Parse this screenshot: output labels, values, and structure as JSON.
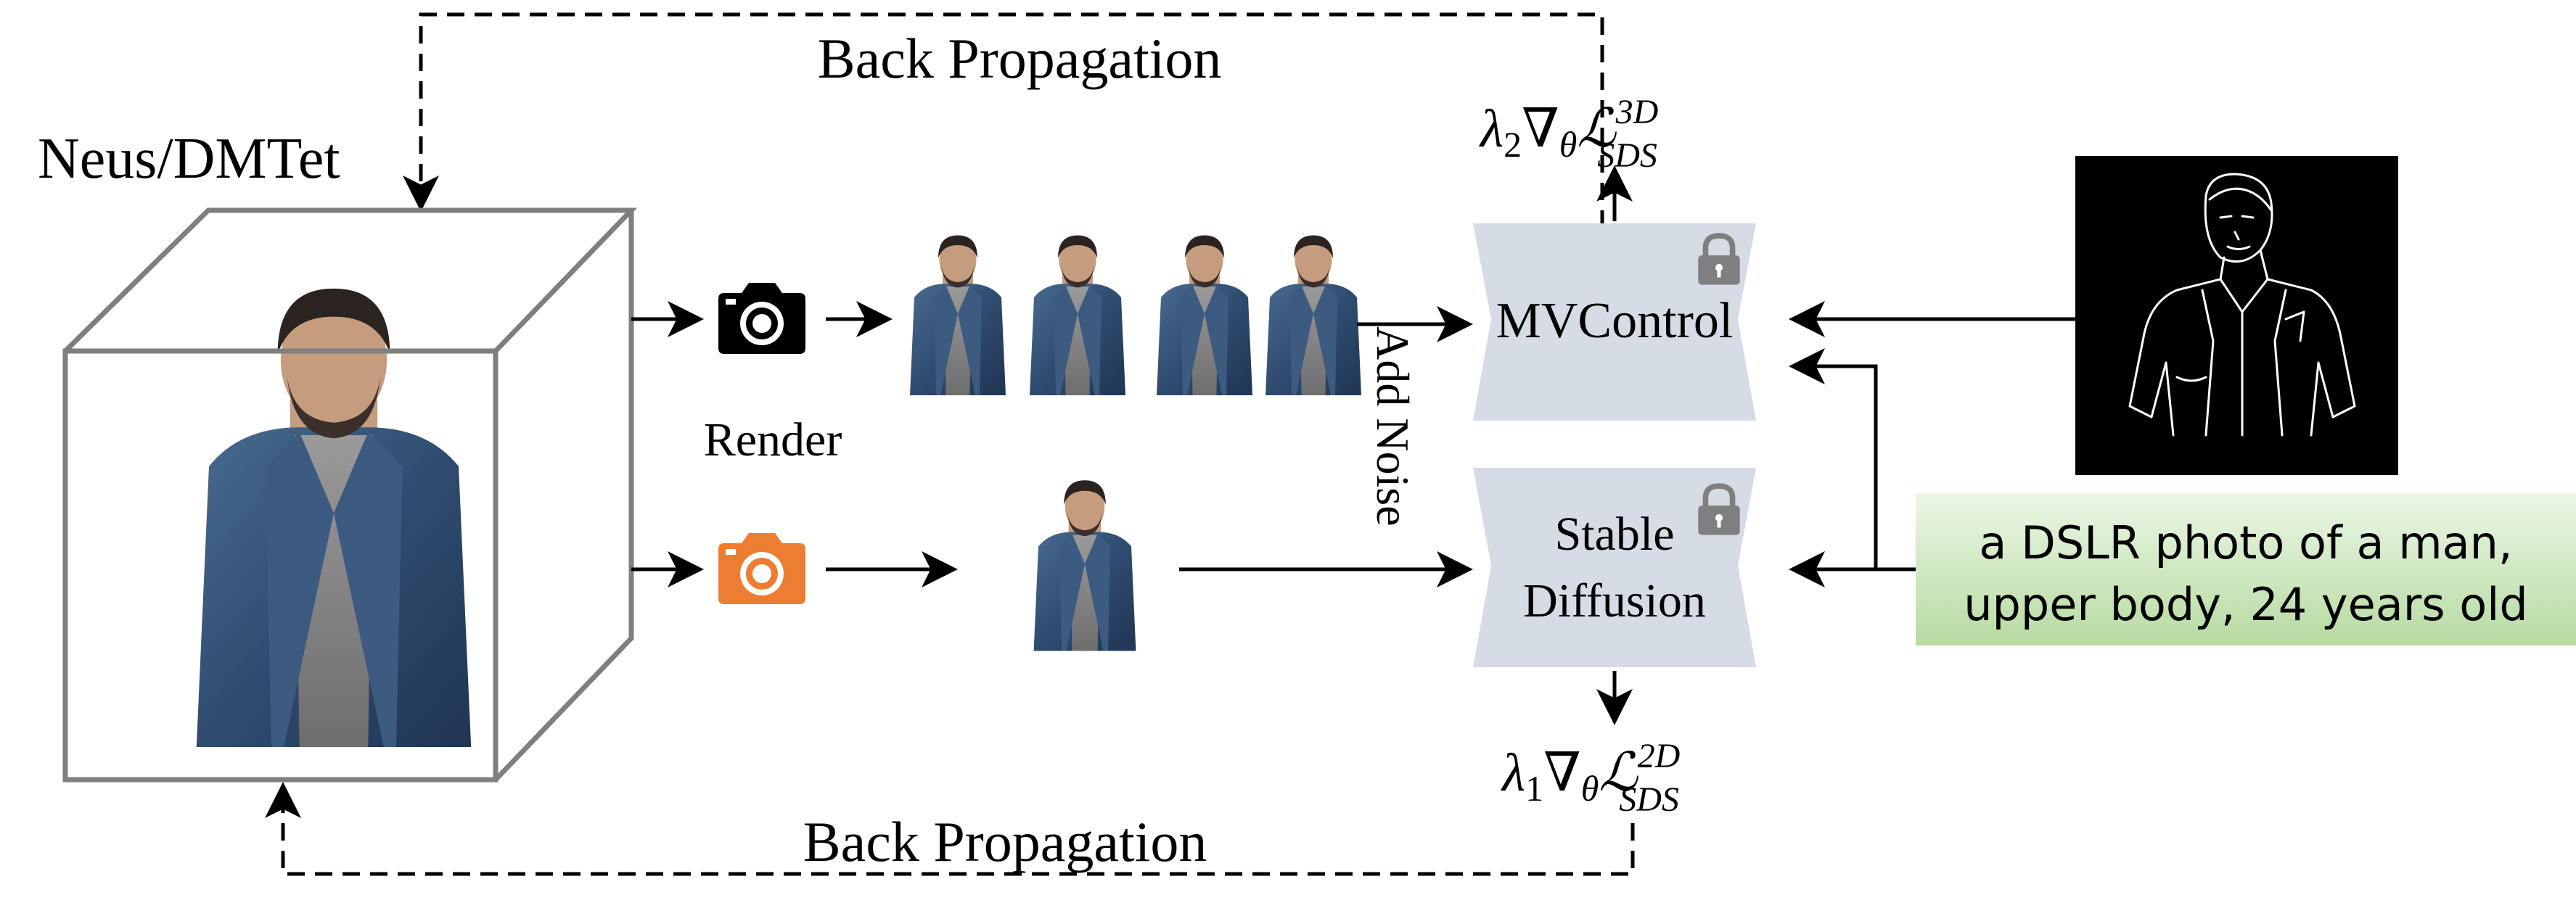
{
  "labels": {
    "neus_dmtet": "Neus/DMTet",
    "back_prop_top": "Back Propagation",
    "back_prop_bottom": "Back Propagation",
    "render": "Render",
    "add_noise": "Add Noise",
    "mvcontrol": "MVControl",
    "stable_line1": "Stable",
    "stable_line2": "Diffusion",
    "prompt_line1": "a DSLR photo of a man,",
    "prompt_line2": "upper body, 24 years old"
  },
  "losses": {
    "top": {
      "lambda": "λ",
      "lambda_sub": "2",
      "nabla": "∇",
      "theta": "θ",
      "L": "ℒ",
      "sup": "3D",
      "sub": "SDS"
    },
    "bottom": {
      "lambda": "λ",
      "lambda_sub": "1",
      "nabla": "∇",
      "theta": "θ",
      "L": "ℒ",
      "sup": "2D",
      "sub": "SDS"
    }
  },
  "colors": {
    "cube_edge": "#7f7f7f",
    "block_fill": "#d6dce5",
    "lock": "#7f7f7f",
    "camera_multi": "#000000",
    "camera_single": "#ed7d31",
    "prompt_fill_top": "#ecf6e6",
    "prompt_fill_bottom": "#b6dba1",
    "arrow": "#000000",
    "edge_map_bg": "#000000",
    "edge_map_line": "#ffffff"
  },
  "icons": {
    "camera": "camera-icon",
    "lock": "lock-icon",
    "person": "person-render-image",
    "edge_map": "edge-map-image"
  }
}
